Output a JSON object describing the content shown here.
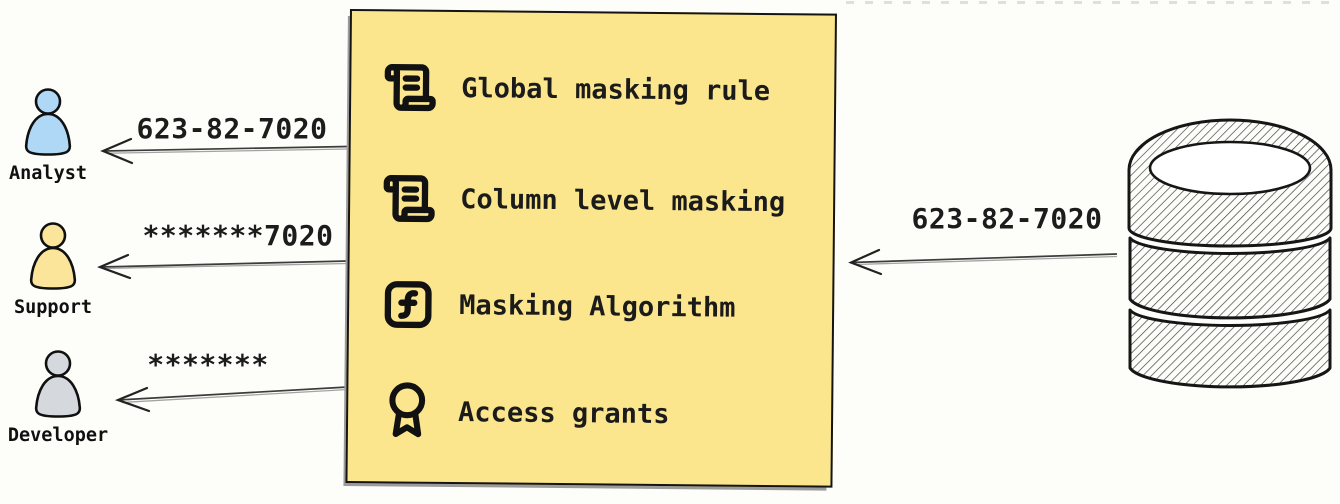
{
  "personas": [
    {
      "name": "Analyst",
      "masked_value": "623-82-7020",
      "color": "#AFD8F7"
    },
    {
      "name": "Support",
      "masked_value": "*******7020",
      "color": "#FAE59B"
    },
    {
      "name": "Developer",
      "masked_value": "*******",
      "color": "#D5D9DD"
    }
  ],
  "masking_box": {
    "background": "#FBE68D",
    "items": [
      {
        "icon": "scroll-text-icon",
        "label": "Global masking rule"
      },
      {
        "icon": "scroll-text-icon",
        "label": "Column level masking"
      },
      {
        "icon": "function-square-icon",
        "label": "Masking Algorithm"
      },
      {
        "icon": "award-icon",
        "label": "Access grants"
      }
    ]
  },
  "database": {
    "icon": "database-icon",
    "original_value": "623-82-7020"
  }
}
